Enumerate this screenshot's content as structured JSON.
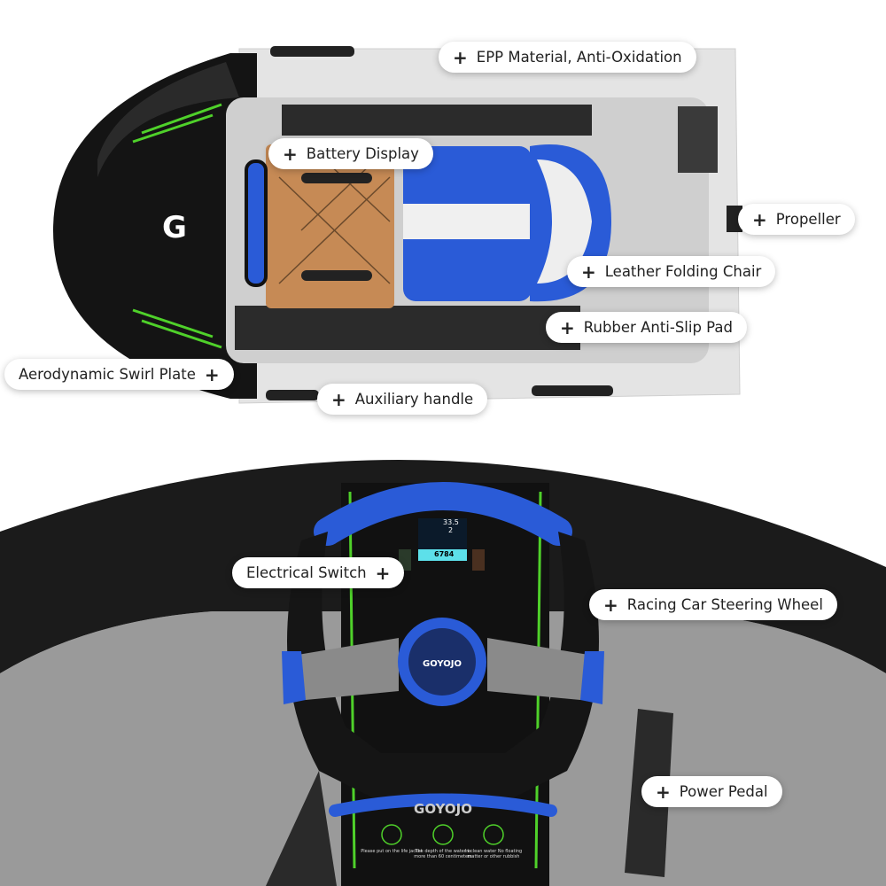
{
  "labels": {
    "epp": "EPP Material, Anti-Oxidation",
    "battery": "Battery Display",
    "propeller": "Propeller",
    "chair": "Leather Folding Chair",
    "pad": "Rubber Anti-Slip Pad",
    "swirl": "Aerodynamic Swirl Plate",
    "handle": "Auxiliary handle",
    "switch": "Electrical Switch",
    "wheel": "Racing Car Steering Wheel",
    "pedal": "Power Pedal"
  },
  "plus_icon": "+",
  "brand": "GOYOJO",
  "dashboard": {
    "speed": "33.5",
    "gear": "2",
    "odometer": "6784"
  },
  "safety": [
    "Please put on the life jacket",
    "The depth of the water is more than 60 centimeters",
    "In clean water No floating matter or other rubbish"
  ],
  "colors": {
    "accent_green": "#4fd12a",
    "seat_blue": "#2a5bd7",
    "hull": "#e6e6e6"
  }
}
